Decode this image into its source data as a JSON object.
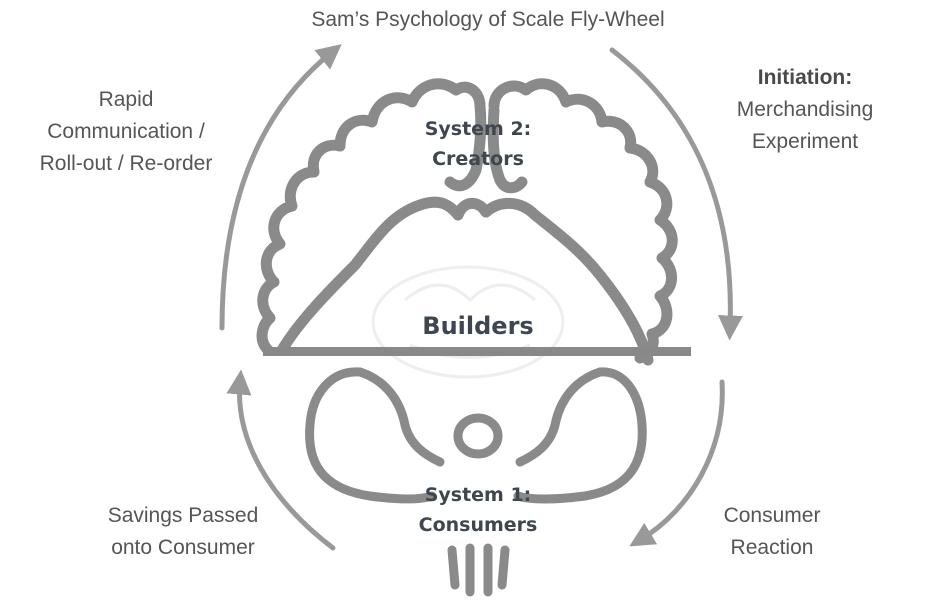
{
  "title": "Sam’s Psychology of Scale Fly-Wheel",
  "labels": {
    "top_right_bold": "Initiation:",
    "top_right_line1": "Merchandising",
    "top_right_line2": "Experiment",
    "top_left_line1": "Rapid",
    "top_left_line2": "Communication /",
    "top_left_line3": "Roll-out / Re-order",
    "bottom_left_line1": "Savings Passed",
    "bottom_left_line2": "onto Consumer",
    "bottom_right_line1": "Consumer",
    "bottom_right_line2": "Reaction"
  },
  "brain": {
    "system2_line1": "System 2:",
    "system2_line2": "Creators",
    "builders": "Builders",
    "system1_line1": "System 1:",
    "system1_line2": "Consumers"
  },
  "colors": {
    "text": "#555555",
    "outline": "#8a8a8a",
    "arrow": "#999999",
    "bold_text": "#3e4650"
  }
}
